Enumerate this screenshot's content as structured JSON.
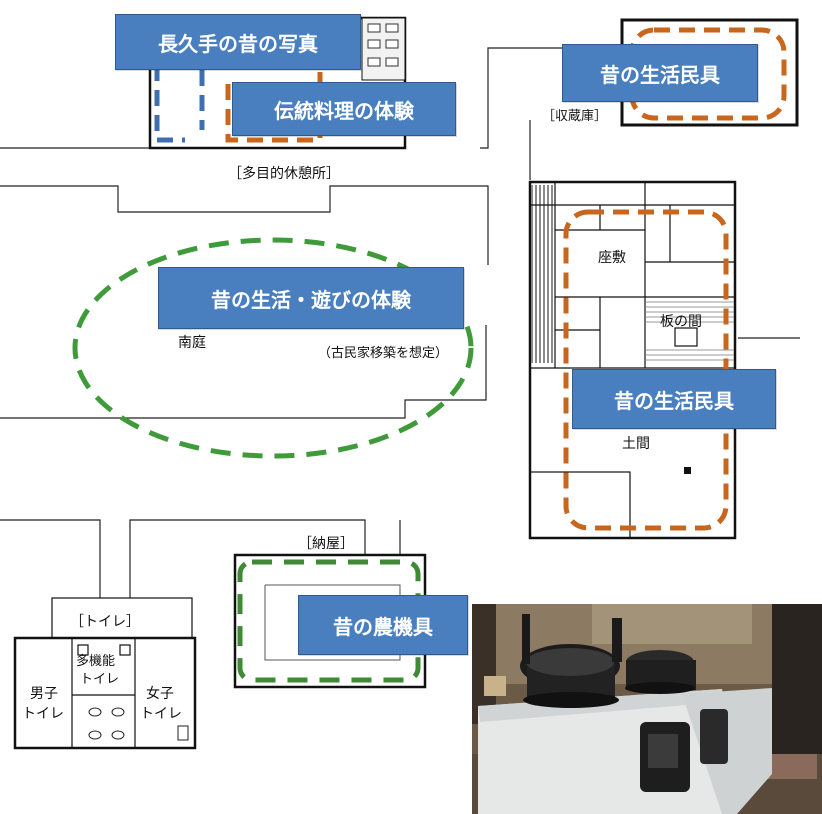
{
  "callouts": {
    "old_photos": "長久手の昔の写真",
    "traditional_cooking": "伝統料理の体験",
    "old_tools_storehouse": "昔の生活民具",
    "old_life_play": "昔の生活・遊びの体験",
    "old_tools_house": "昔の生活民具",
    "old_farm_tools": "昔の農機具"
  },
  "plan_labels": {
    "rest_area": "［多目的休憩所］",
    "storehouse": "［収蔵庫］",
    "south_garden": "南庭",
    "minka_note": "（古民家移築を想定）",
    "zashiki": "座敷",
    "itanoma": "板の間",
    "doma": "土間",
    "barn": "［納屋］",
    "toilet": "［トイレ］",
    "mens_1": "男子",
    "mens_2": "トイレ",
    "womens_1": "女子",
    "womens_2": "トイレ",
    "multi_1": "多機能",
    "multi_2": "トイレ"
  },
  "colors": {
    "callout_fill": "#4a7fbf",
    "blue_dash": "#3f6fb0",
    "orange_dash": "#c8661e",
    "green_dash": "#3f9b3a",
    "walls": "#111111"
  },
  "photo": {
    "subject": "traditional kamado stove"
  }
}
